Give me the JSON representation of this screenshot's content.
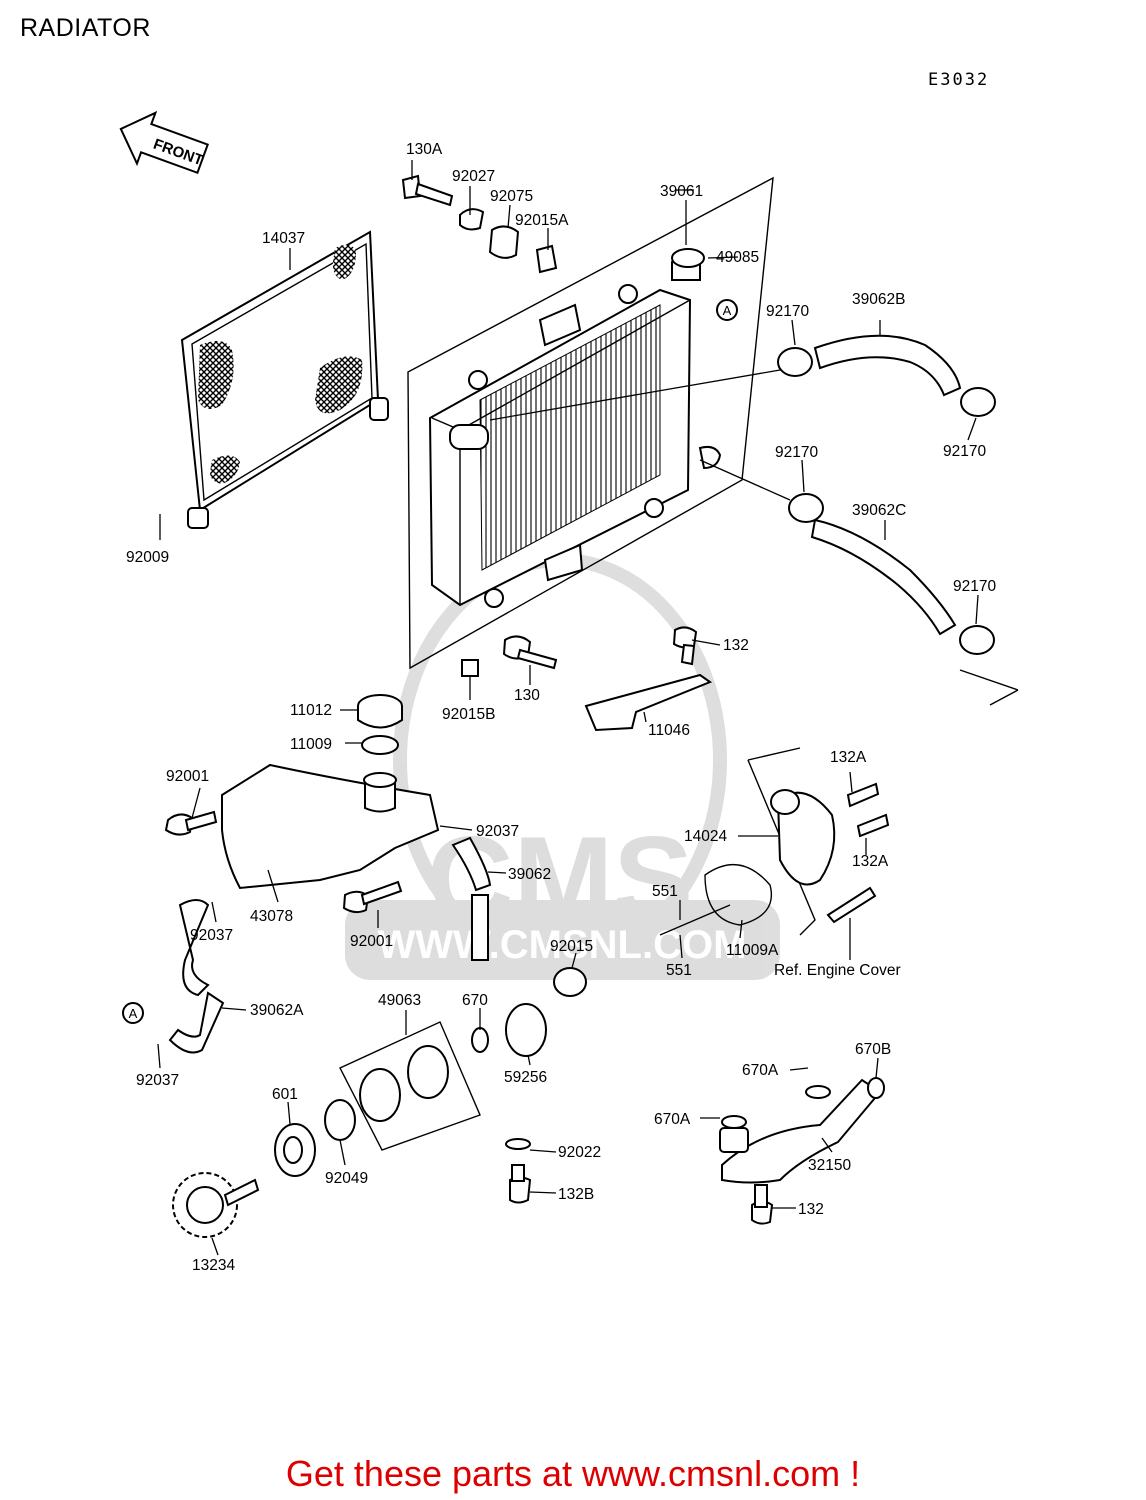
{
  "header": {
    "title": "RADIATOR",
    "diagram_code": "E3032"
  },
  "front_arrow": {
    "label": "FRONT"
  },
  "circle_ref": "A",
  "watermark": {
    "logo_text": "CMS",
    "url_text": "WWW.CMSNL.COM"
  },
  "parts": [
    {
      "id": "130A"
    },
    {
      "id": "92027"
    },
    {
      "id": "92075"
    },
    {
      "id": "92015A"
    },
    {
      "id": "39061"
    },
    {
      "id": "49085"
    },
    {
      "id": "14037"
    },
    {
      "id": "92170"
    },
    {
      "id": "39062B"
    },
    {
      "id": "92170"
    },
    {
      "id": "92009"
    },
    {
      "id": "92170"
    },
    {
      "id": "39062C"
    },
    {
      "id": "92170"
    },
    {
      "id": "132"
    },
    {
      "id": "130"
    },
    {
      "id": "92015B"
    },
    {
      "id": "11046"
    },
    {
      "id": "11012"
    },
    {
      "id": "11009"
    },
    {
      "id": "92001"
    },
    {
      "id": "92037"
    },
    {
      "id": "39062"
    },
    {
      "id": "43078"
    },
    {
      "id": "92037"
    },
    {
      "id": "92001"
    },
    {
      "id": "132A"
    },
    {
      "id": "14024"
    },
    {
      "id": "132A"
    },
    {
      "id": "551"
    },
    {
      "id": "551"
    },
    {
      "id": "11009A"
    },
    {
      "id": "Ref. Engine Cover"
    },
    {
      "id": "92015"
    },
    {
      "id": "39062A"
    },
    {
      "id": "92037"
    },
    {
      "id": "49063"
    },
    {
      "id": "670"
    },
    {
      "id": "59256"
    },
    {
      "id": "601"
    },
    {
      "id": "92049"
    },
    {
      "id": "92022"
    },
    {
      "id": "132B"
    },
    {
      "id": "13234"
    },
    {
      "id": "670A"
    },
    {
      "id": "670B"
    },
    {
      "id": "670A"
    },
    {
      "id": "32150"
    },
    {
      "id": "132"
    }
  ],
  "footer": {
    "cta": "Get these parts at www.cmsnl.com !"
  }
}
